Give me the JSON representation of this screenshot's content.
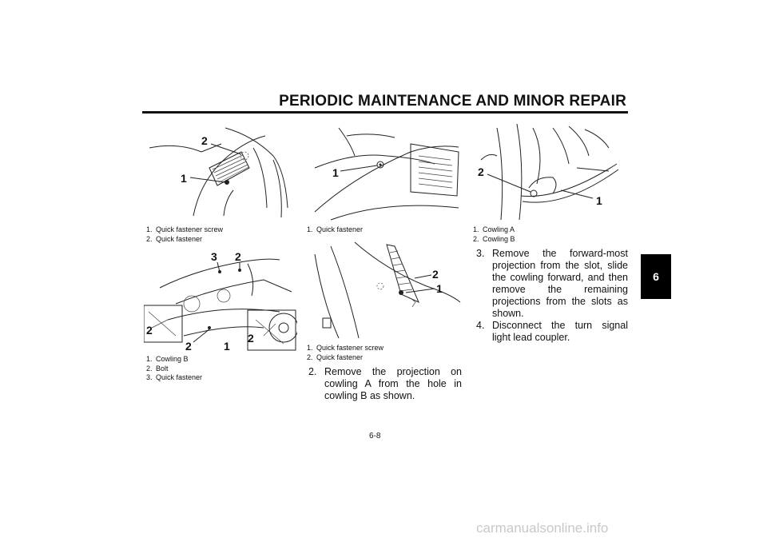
{
  "header": {
    "title": "PERIODIC MAINTENANCE AND MINOR REPAIR",
    "chapter_tab": "6"
  },
  "figures": {
    "fig1": {
      "callouts": [
        "2",
        "1"
      ],
      "caption": [
        {
          "n": "1.",
          "text": "Quick fastener screw"
        },
        {
          "n": "2.",
          "text": "Quick fastener"
        }
      ]
    },
    "fig2": {
      "callouts": [
        "1"
      ],
      "caption": [
        {
          "n": "1.",
          "text": "Quick fastener"
        }
      ]
    },
    "fig3": {
      "callouts": [
        "2",
        "1"
      ],
      "caption": [
        {
          "n": "1.",
          "text": "Cowling A"
        },
        {
          "n": "2.",
          "text": "Cowling B"
        }
      ]
    },
    "fig4": {
      "callouts": [
        "3",
        "2",
        "2",
        "2",
        "1",
        "2"
      ],
      "caption": [
        {
          "n": "1.",
          "text": "Cowling B"
        },
        {
          "n": "2.",
          "text": "Bolt"
        },
        {
          "n": "3.",
          "text": "Quick fastener"
        }
      ]
    },
    "fig5": {
      "callouts": [
        "2",
        "1"
      ],
      "caption": [
        {
          "n": "1.",
          "text": "Quick fastener screw"
        },
        {
          "n": "2.",
          "text": "Quick fastener"
        }
      ]
    }
  },
  "steps_middle": [
    {
      "n": "2.",
      "text": "Remove the projection on cowling A from the hole in cowling B as shown."
    }
  ],
  "steps_right": [
    {
      "n": "3.",
      "text": "Remove the forward-most projection from the slot, slide the cowling forward, and then remove the remaining projections from the slots as shown."
    },
    {
      "n": "4.",
      "text": "Disconnect the turn signal light lead coupler."
    }
  ],
  "page_number": "6-8",
  "watermark": "carmanualsonline.info"
}
